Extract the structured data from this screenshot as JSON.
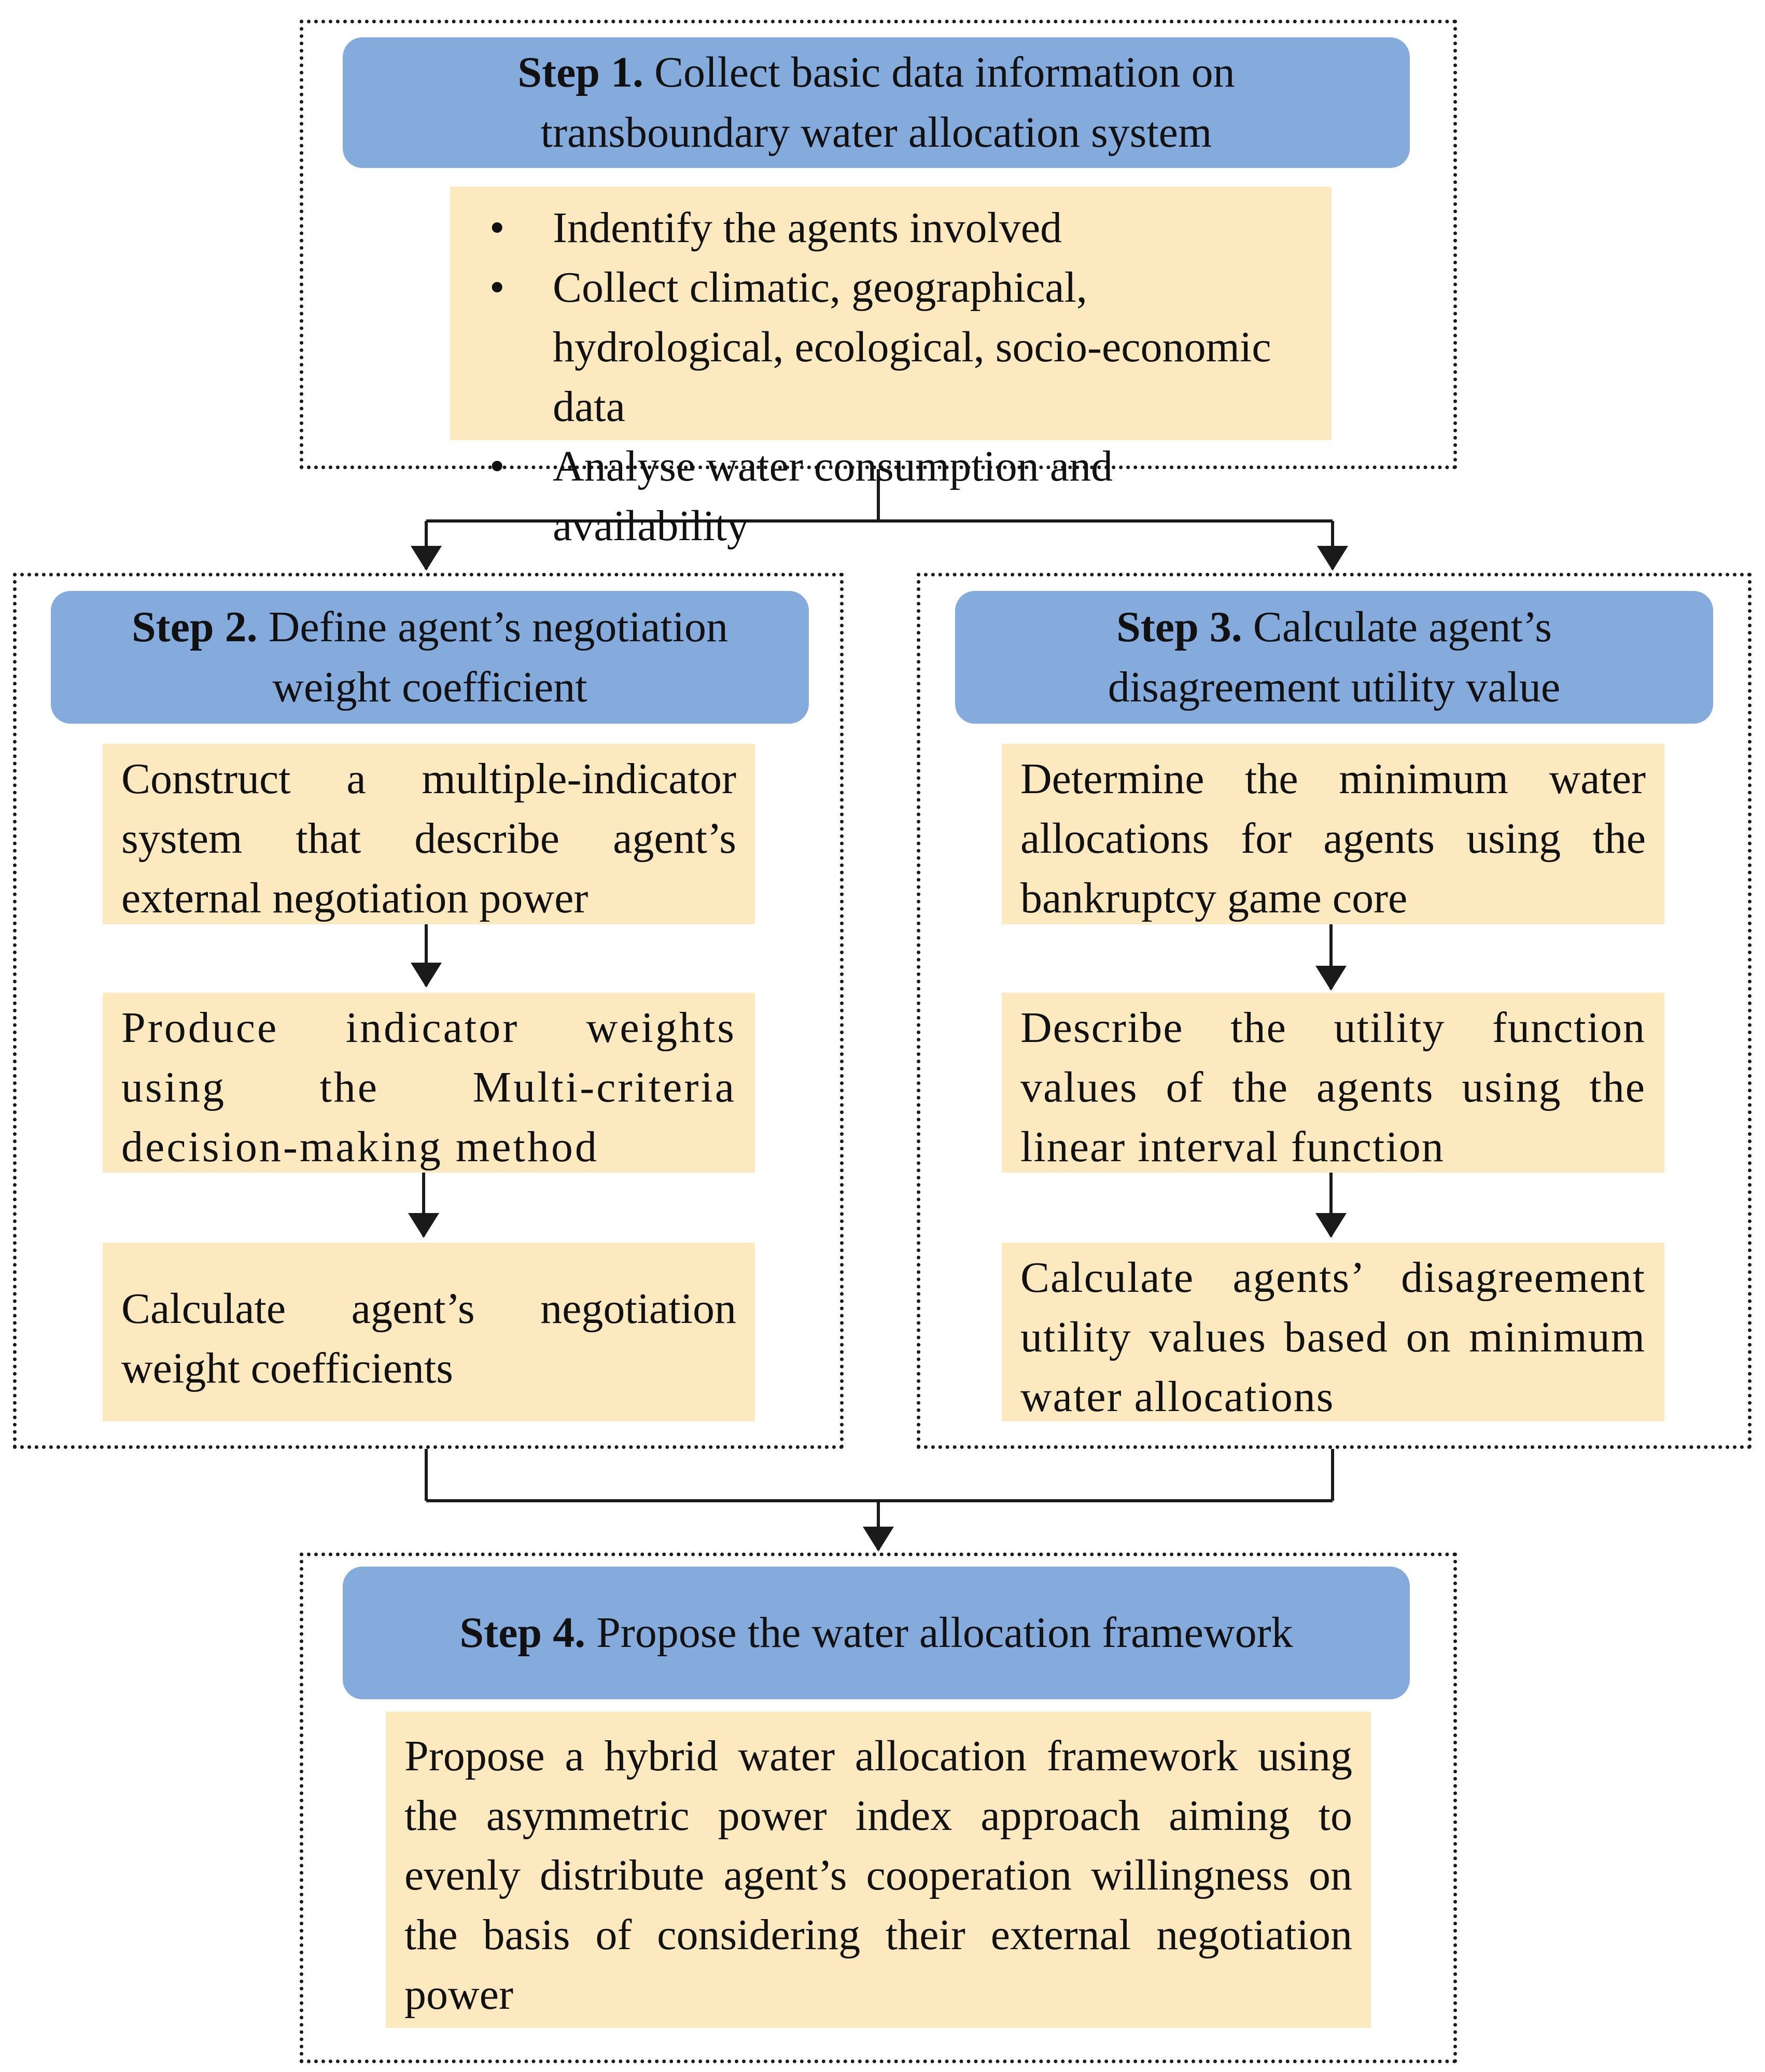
{
  "step1": {
    "step_label": "Step 1.",
    "title_line1": "Collect basic data information on",
    "title_line2": "transboundary water allocation system",
    "bullets": [
      "Indentify the agents involved",
      "Collect climatic, geographical, hydrological, ecological, socio-economic data",
      "Analyse water consumption and availability"
    ],
    "bullet_symbol": "•"
  },
  "step2": {
    "step_label": "Step 2.",
    "title_line1": "Define agent’s negotiation",
    "title_line2": "weight coefficient",
    "boxes": [
      "Construct a multiple-indicator system that describe agent’s external negotiation power",
      "Produce indicator weights using the Multi-criteria decision-making method",
      "Calculate agent’s negotiation weight coefficients"
    ]
  },
  "step3": {
    "step_label": "Step 3.",
    "title_line1": "Calculate agent’s",
    "title_line2": "disagreement utility value",
    "boxes": [
      "Determine the minimum water allocations for agents using the bankruptcy game core",
      "Describe the utility function values of the agents using the linear interval function",
      "Calculate agents’ disagreement utility values based on minimum water allocations"
    ]
  },
  "step4": {
    "step_label": "Step 4.",
    "title": "Propose the water allocation framework",
    "box": "Propose a hybrid water allocation framework using the asymmetric power index approach aiming to evenly distribute agent’s cooperation willingness on the basis of considering their external negotiation power"
  },
  "colors": {
    "header_fill": "#85abdd",
    "note_fill": "#fde9c0",
    "line": "#1a1a1a"
  }
}
